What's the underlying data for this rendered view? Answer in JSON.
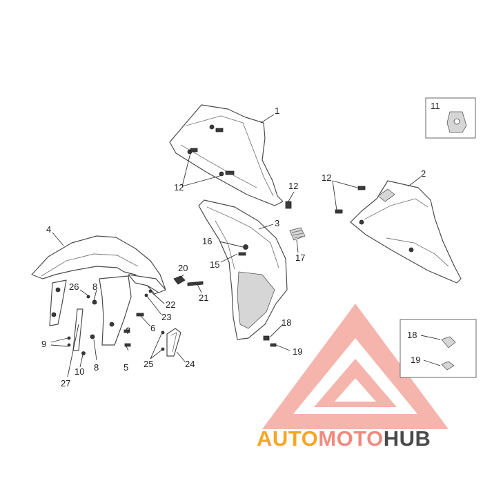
{
  "callouts": {
    "c1": "1",
    "c2": "2",
    "c3": "3",
    "c4": "4",
    "c5": "5",
    "c6": "6",
    "c7": "7",
    "c8a": "8",
    "c8b": "8",
    "c9": "9",
    "c10": "10",
    "c11": "11",
    "c12a": "12",
    "c12b": "12",
    "c12c": "12",
    "c15": "15",
    "c16": "16",
    "c17": "17",
    "c18a": "18",
    "c18b": "18",
    "c19a": "19",
    "c19b": "19",
    "c20": "20",
    "c21": "21",
    "c22": "22",
    "c23": "23",
    "c24": "24",
    "c25": "25",
    "c26": "26",
    "c27": "27"
  },
  "watermark": {
    "text_part1": "AUTO",
    "text_part2": "MOTO",
    "text_part3": "HUB",
    "color_part1": "#f5a623",
    "color_part2": "#f08a7e",
    "color_part3": "#4a4a4a",
    "triangle_color": "#f08a7e"
  }
}
